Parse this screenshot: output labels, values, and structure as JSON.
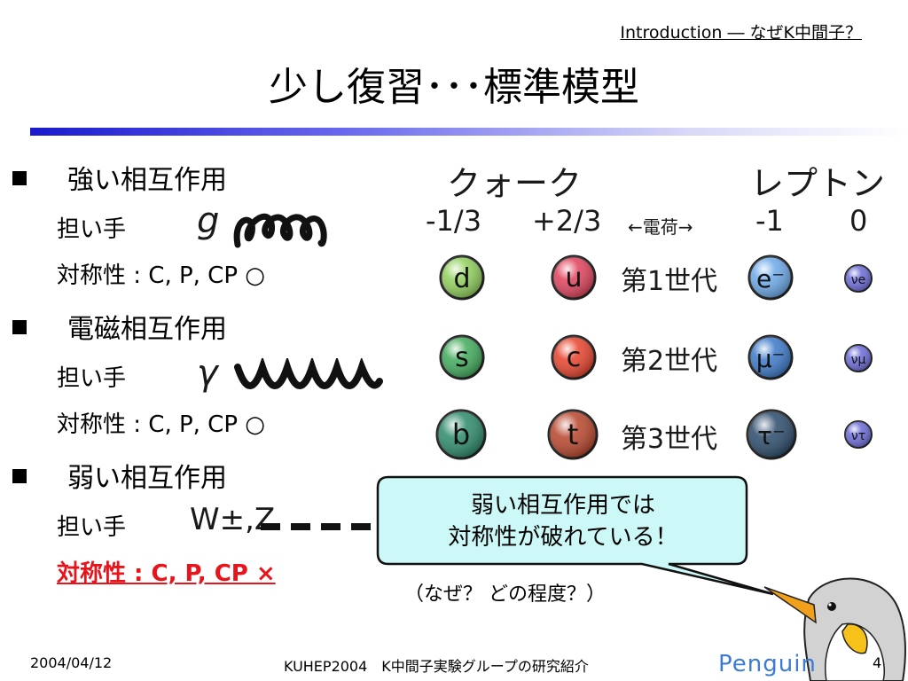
{
  "header": {
    "link": "Introduction ― なぜK中間子？"
  },
  "slide_title": "少し復習･･･標準模型",
  "interactions": [
    {
      "title": "強い相互作用",
      "carrier_label": "担い手",
      "carrier_symbol": "g",
      "symmetry": "対称性 : C, P, CP ○"
    },
    {
      "title": "電磁相互作用",
      "carrier_label": "担い手",
      "carrier_symbol": "γ",
      "symmetry": "対称性 : C, P, CP ○"
    },
    {
      "title": "弱い相互作用",
      "carrier_label": "担い手",
      "carrier_symbol": "W±,Z",
      "symmetry": "対称性 : C, P, CP  ×"
    }
  ],
  "table": {
    "quark_header": "クォーク",
    "lepton_header": "レプトン",
    "charge_label": "←電荷→",
    "charges": [
      "-1/3",
      "+2/3",
      "-1",
      "0"
    ],
    "generations": [
      {
        "label": "第1世代",
        "down": "d",
        "up": "u",
        "lepton": "e⁻",
        "neutrino": "νe"
      },
      {
        "label": "第2世代",
        "down": "s",
        "up": "c",
        "lepton": "μ⁻",
        "neutrino": "νμ"
      },
      {
        "label": "第3世代",
        "down": "b",
        "up": "t",
        "lepton": "τ⁻",
        "neutrino": "ντ"
      }
    ]
  },
  "callout": {
    "line1": "弱い相互作用では",
    "line2": "対称性が破れている！"
  },
  "note": "（なぜ？ どの程度？）",
  "penguin_label": "Penguin",
  "footer": {
    "date": "2004/04/12",
    "center": "KUHEP2004　K中間子実験グループの研究紹介",
    "page": "4"
  },
  "colors": {
    "d_ball": "#8fcf5a",
    "u_ball": "#e0405a",
    "s_ball": "#3faa5a",
    "c_ball": "#e8412a",
    "b_ball": "#2b8a6a",
    "t_ball": "#b8442a",
    "e_ball": "#6aa8e8",
    "mu_ball": "#3a78c8",
    "tau_ball": "#2a4a6a",
    "nu_ball": "#6a6ad8",
    "callout_bg": "#ccf8f8",
    "red": "#e8141c"
  }
}
